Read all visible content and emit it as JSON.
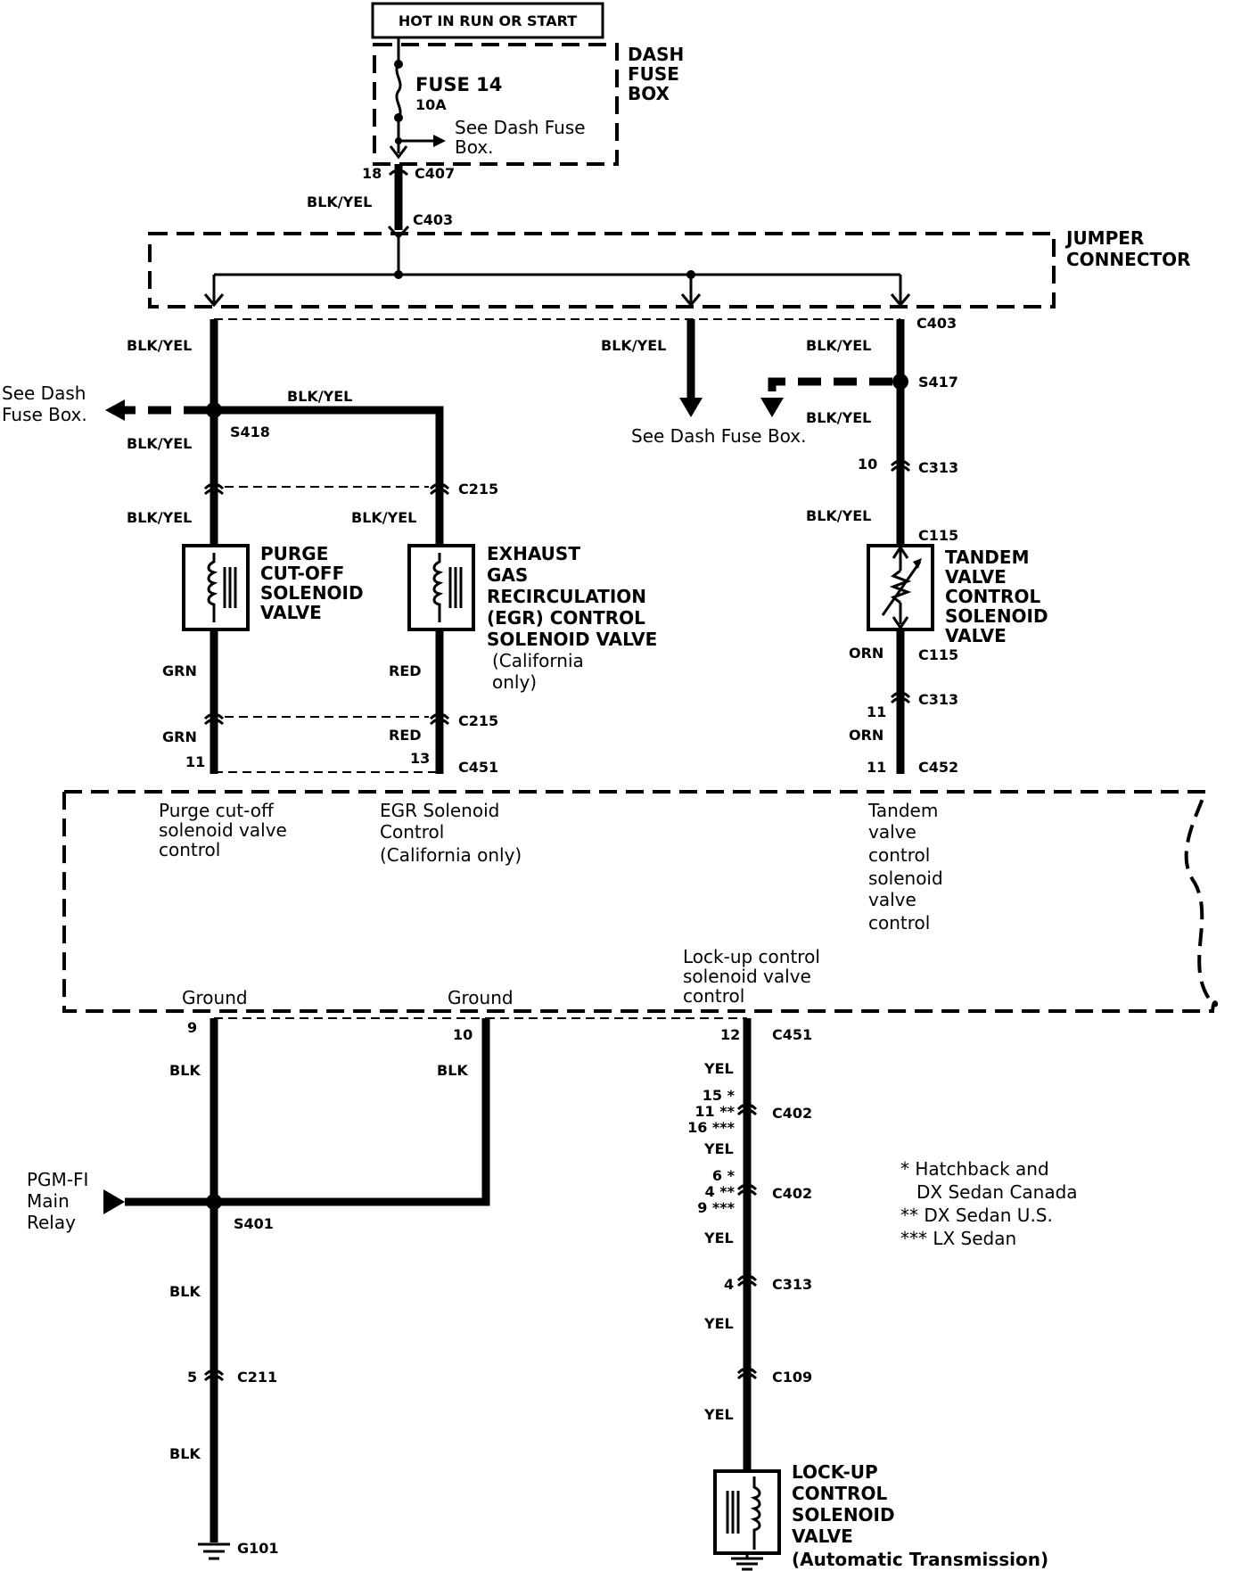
{
  "hot": "HOT IN RUN OR START",
  "fuse": {
    "name": "FUSE 14",
    "rating": "10A",
    "see1": "See Dash Fuse",
    "see2": "Box."
  },
  "dashbox": [
    "DASH",
    "FUSE",
    "BOX"
  ],
  "jumper": [
    "JUMPER",
    "CONNECTOR"
  ],
  "pin18": "18",
  "c407": "C407",
  "c403": "C403",
  "blkyel": "BLK/YEL",
  "grn": "GRN",
  "red": "RED",
  "orn": "ORN",
  "blk": "BLK",
  "yel": "YEL",
  "s418": "S418",
  "s417": "S417",
  "s401": "S401",
  "c215": "C215",
  "c313": "C313",
  "c115": "C115",
  "c451": "C451",
  "c452": "C452",
  "c402": "C402",
  "c211": "C211",
  "c109": "C109",
  "g101": "G101",
  "seeDashLeft": [
    "See Dash",
    "Fuse Box."
  ],
  "seeDashMid": "See Dash Fuse Box.",
  "purge": [
    "PURGE",
    "CUT-OFF",
    "SOLENOID",
    "VALVE"
  ],
  "egr": [
    "EXHAUST",
    "GAS",
    "RECIRCULATION",
    "(EGR) CONTROL",
    "SOLENOID VALVE"
  ],
  "egrNote": [
    "(California",
    "only)"
  ],
  "tandem": [
    "TANDEM",
    "VALVE",
    "CONTROL",
    "SOLENOID",
    "VALVE"
  ],
  "ecuPurge": [
    "Purge cut-off",
    "solenoid valve",
    "control"
  ],
  "ecuEgr": [
    "EGR Solenoid",
    "Control",
    "(California only)"
  ],
  "ecuTandem": [
    "Tandem",
    "valve",
    "control",
    "solenoid",
    "valve",
    "control"
  ],
  "ecuLockup": [
    "Lock-up control",
    "solenoid valve",
    "control"
  ],
  "ground": "Ground",
  "pins": {
    "p11": "11",
    "p13": "13",
    "p10": "10",
    "p9": "9",
    "p12": "12",
    "p4": "4",
    "p5": "5"
  },
  "c402a": [
    "15 *",
    "11 **",
    "16 ***"
  ],
  "c402b": [
    "6 *",
    "4 **",
    "9 ***"
  ],
  "pgmfi": [
    "PGM-FI",
    "Main",
    "Relay"
  ],
  "lockup": [
    "LOCK-UP",
    "CONTROL",
    "SOLENOID",
    "VALVE",
    "(Automatic Transmission)"
  ],
  "legend": [
    "* Hatchback and",
    "DX Sedan Canada",
    "** DX Sedan U.S.",
    "*** LX Sedan"
  ]
}
